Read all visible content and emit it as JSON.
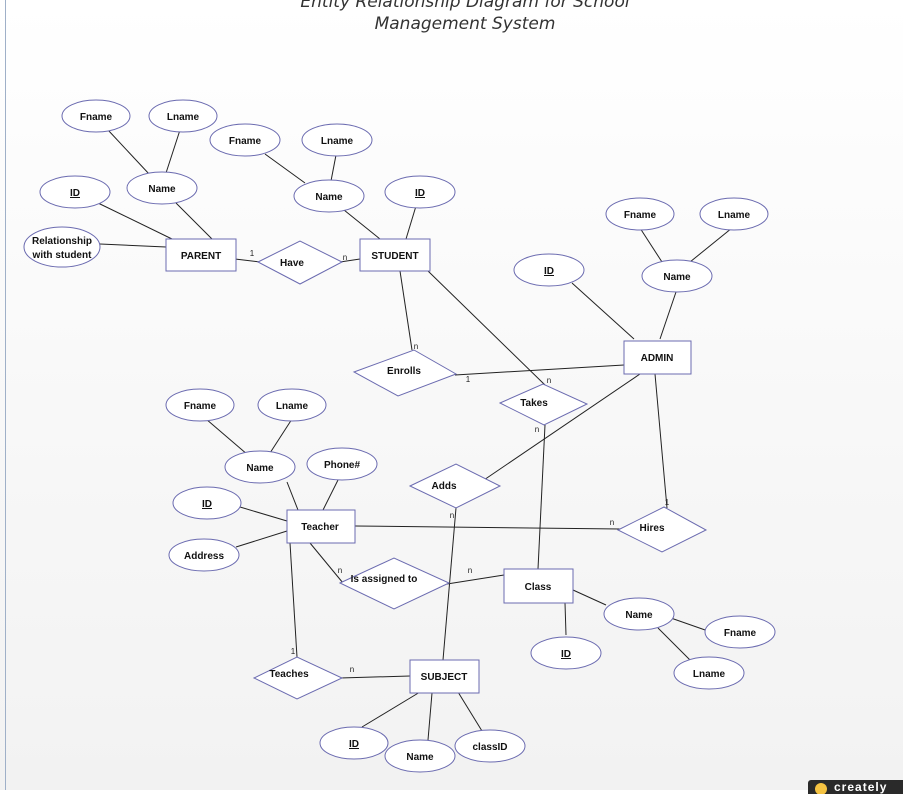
{
  "title": {
    "line1": "Entity Relationship Diagram for School",
    "line2": "Management System"
  },
  "badge": {
    "text": "creately"
  },
  "entities": {
    "parent": "PARENT",
    "student": "STUDENT",
    "admin": "ADMIN",
    "teacher": "Teacher",
    "class": "Class",
    "subject": "SUBJECT"
  },
  "relationships": {
    "have": "Have",
    "enrolls": "Enrolls",
    "takes": "Takes",
    "adds": "Adds",
    "hires": "Hires",
    "is_assigned_to": "Is assigned to",
    "teaches": "Teaches"
  },
  "attributes": {
    "parent_fname": "Fname",
    "parent_lname": "Lname",
    "parent_name": "Name",
    "parent_id": "ID",
    "parent_relationship_1": "Relationship",
    "parent_relationship_2": "with student",
    "student_fname": "Fname",
    "student_lname": "Lname",
    "student_name": "Name",
    "student_id": "ID",
    "admin_fname": "Fname",
    "admin_lname": "Lname",
    "admin_name": "Name",
    "admin_id": "ID",
    "teacher_fname": "Fname",
    "teacher_lname": "Lname",
    "teacher_name": "Name",
    "teacher_phone": "Phone#",
    "teacher_id": "ID",
    "teacher_address": "Address",
    "class_name": "Name",
    "class_fname": "Fname",
    "class_lname": "Lname",
    "class_id": "ID",
    "subject_id": "ID",
    "subject_name": "Name",
    "subject_classid": "classID"
  },
  "cardinalities": {
    "parent_have": "1",
    "have_student": "n",
    "student_enrolls": "n",
    "enrolls_admin": "1",
    "student_takes": "n",
    "takes_class": "n",
    "adds_subject": "n",
    "admin_hires": "1",
    "hires_teacher": "n",
    "teacher_assigned": "n",
    "assigned_class": "n",
    "teacher_teaches": "1",
    "teaches_subject": "n"
  },
  "colors": {
    "outline": "#6b6bb0",
    "line": "#222222",
    "fill": "#ffffff",
    "text": "#111111"
  }
}
